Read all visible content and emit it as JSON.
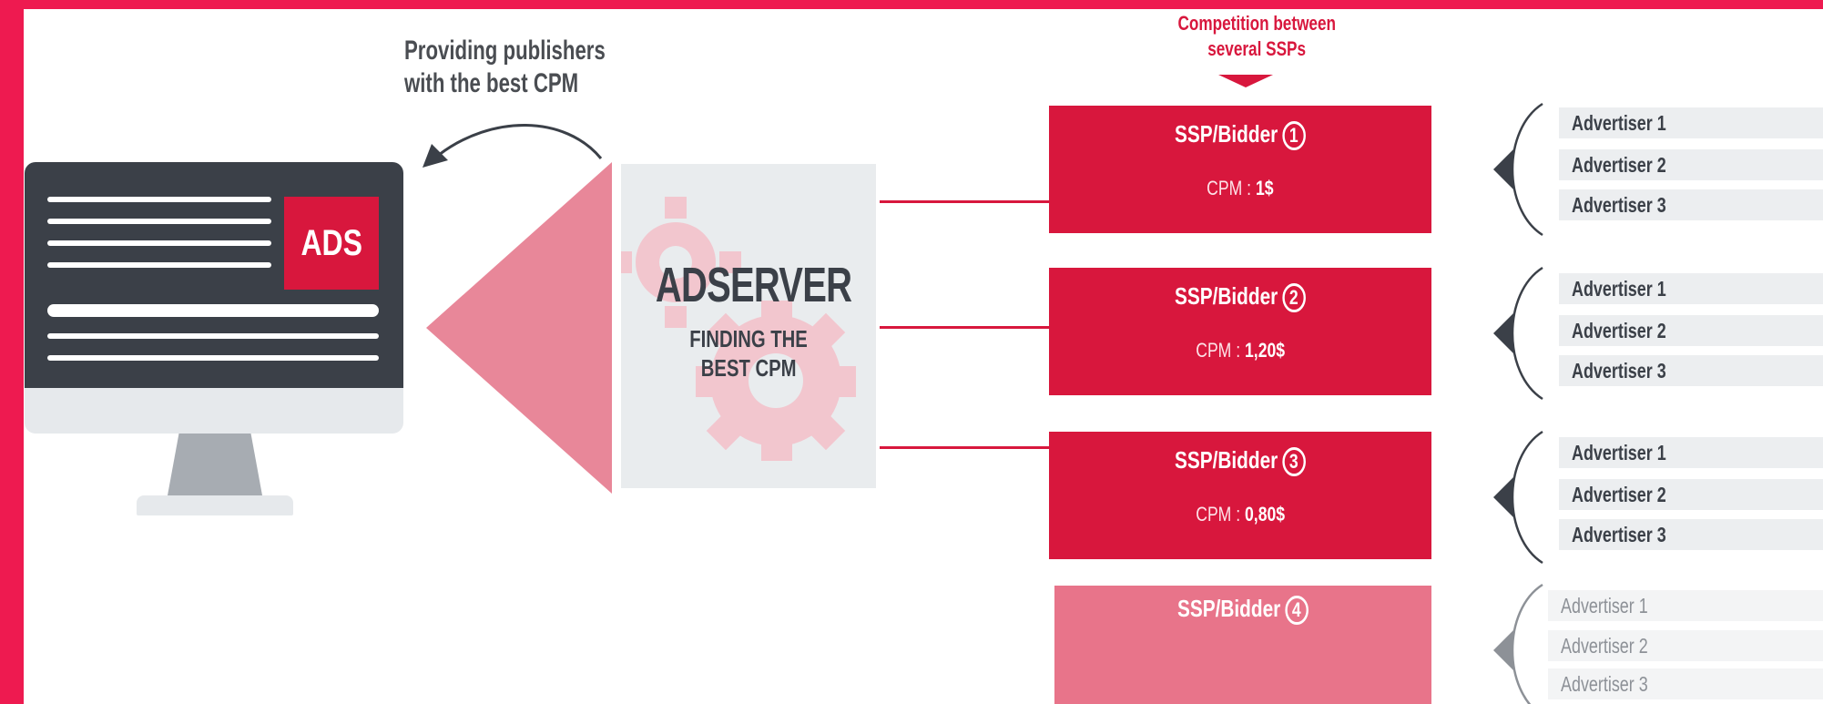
{
  "notes": {
    "publishers_line1": "Providing publishers",
    "publishers_line2": "with the best CPM",
    "competition_line1": "Competition between",
    "competition_line2": "several SSPs"
  },
  "monitor": {
    "ads_label": "ADS"
  },
  "adserver": {
    "title": "ADSERVER",
    "subtitle_line1": "FINDING THE",
    "subtitle_line2": "BEST CPM"
  },
  "bidders": [
    {
      "label": "SSP/Bidder",
      "number": "1",
      "cpm_prefix": "CPM : ",
      "cpm_value": "1$"
    },
    {
      "label": "SSP/Bidder",
      "number": "2",
      "cpm_prefix": "CPM : ",
      "cpm_value": "1,20$"
    },
    {
      "label": "SSP/Bidder",
      "number": "3",
      "cpm_prefix": "CPM : ",
      "cpm_value": "0,80$"
    },
    {
      "label": "SSP/Bidder",
      "number": "4"
    }
  ],
  "advertisers": [
    [
      "Advertiser 1",
      "Advertiser 2",
      "Advertiser 3"
    ],
    [
      "Advertiser 1",
      "Advertiser 2",
      "Advertiser 3"
    ],
    [
      "Advertiser 1",
      "Advertiser 2",
      "Advertiser 3"
    ],
    [
      "Advertiser 1",
      "Advertiser 2",
      "Advertiser 3"
    ]
  ],
  "colors": {
    "brand_red": "#d8173d",
    "frame_pink": "#ee1a50",
    "faded_red": "#e8748a",
    "dark_gray": "#3b4048"
  }
}
